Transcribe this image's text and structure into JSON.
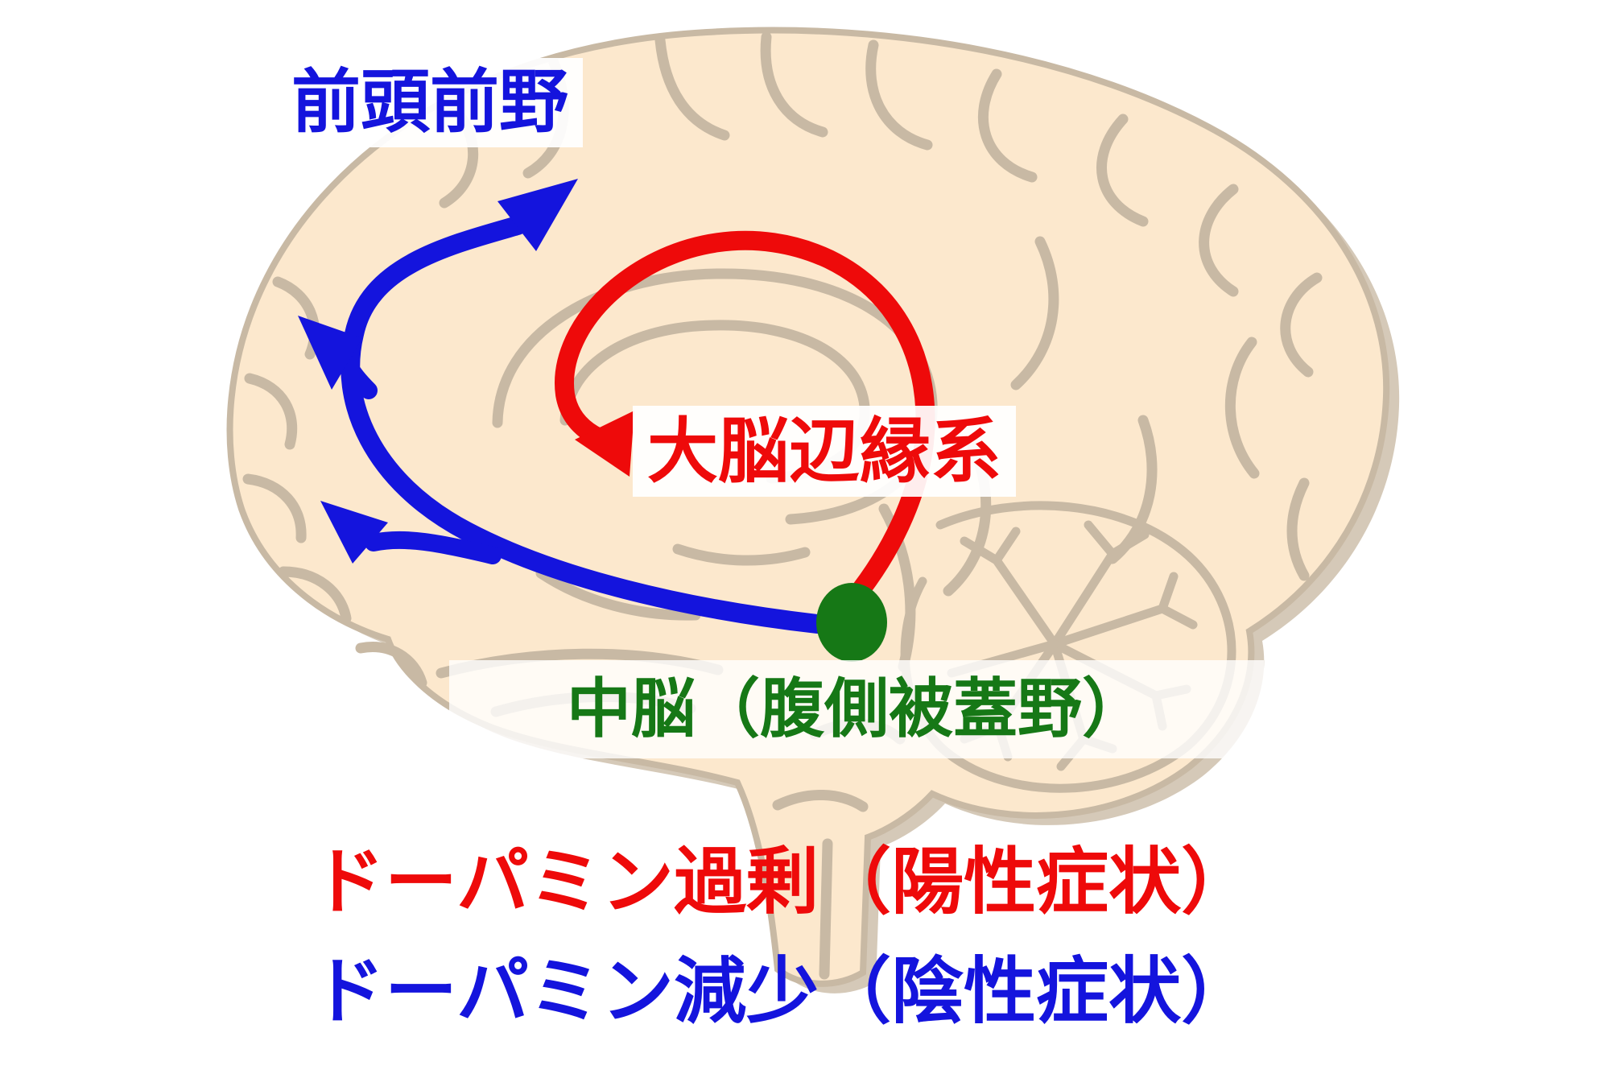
{
  "diagram": {
    "labels": {
      "prefrontal_cortex": "前頭前野",
      "limbic_system": "大脳辺縁系",
      "midbrain_vta": "中脳（腹側被蓋野）",
      "dopamine_excess": "ドーパミン過剰（陽性症状）",
      "dopamine_decrease": "ドーパミン減少（陰性症状）"
    },
    "colors": {
      "blue_pathway": "#1414dd",
      "red_pathway": "#ee0a0a",
      "green_text": "#167816",
      "green_dot": "#167816",
      "brain_fill": "#fce8cd",
      "brain_outline": "#c8b9a4",
      "brain_shadow": "#d5c9b8",
      "background": "#ffffff"
    },
    "markers": {
      "vta_dot": "green-filled-circle",
      "red_loop": "arrow-from-vta-to-limbic-system",
      "blue_path": "arrow-from-vta-to-prefrontal-cortex-with-two-branches"
    }
  }
}
